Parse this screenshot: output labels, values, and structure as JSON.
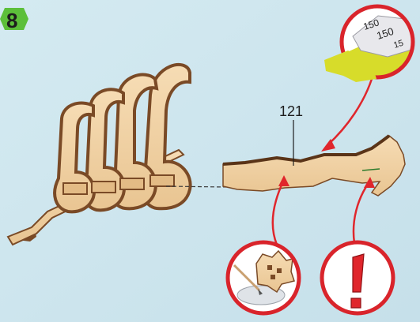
{
  "step": {
    "number": "8",
    "badge_color": "#5cbf3a"
  },
  "part": {
    "label": "121"
  },
  "sandpaper": {
    "grit_labels": [
      "150",
      "150",
      "15"
    ]
  },
  "colors": {
    "background": "#cfe6ee",
    "wood_light": "#f1d3a6",
    "wood_edge": "#7a4a26",
    "callout_ring": "#d9242b",
    "arrow": "#e0262c",
    "sandpaper_yellow": "#d7dc2a"
  },
  "icons": {
    "sand": "sandpaper-icon",
    "glue": "glue-icon",
    "caution": "exclamation-icon"
  }
}
